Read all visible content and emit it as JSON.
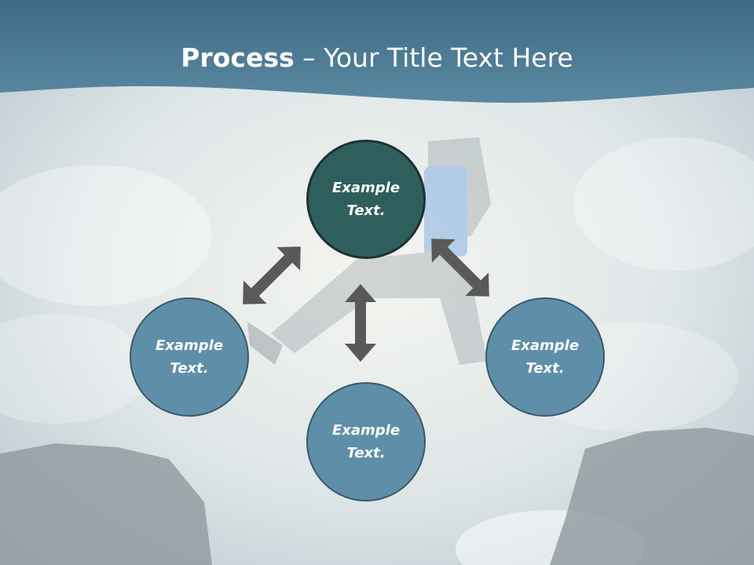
{
  "slide": {
    "title_bold": "Process",
    "title_rest": " – Your Title Text Here"
  },
  "diagram": {
    "top": {
      "line1": "Example",
      "line2": "Text."
    },
    "left": {
      "line1": "Example",
      "line2": "Text."
    },
    "right": {
      "line1": "Example",
      "line2": "Text."
    },
    "bottom": {
      "line1": "Example",
      "line2": "Text."
    }
  },
  "colors": {
    "header": "#4f7d96",
    "node_dark": "#2f5f5c",
    "node_light": "#5f8fa8",
    "arrow": "#595959"
  }
}
